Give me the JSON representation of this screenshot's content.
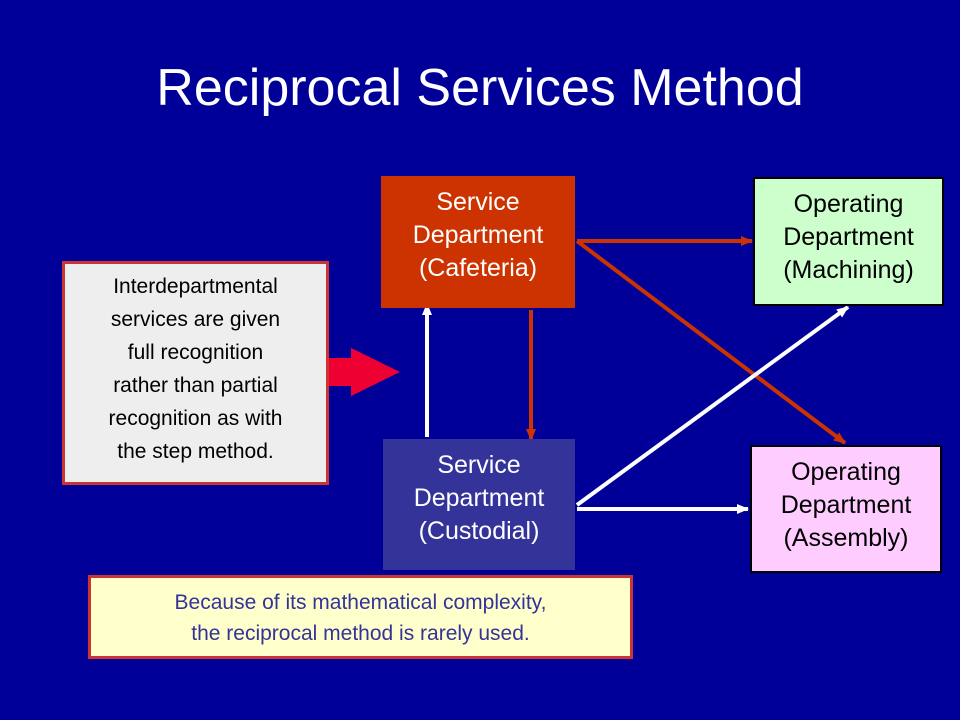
{
  "title": "Reciprocal Services Method",
  "nodes": {
    "cafeteria": {
      "lines": [
        "Service",
        "Department",
        "(Cafeteria)"
      ]
    },
    "custodial": {
      "lines": [
        "Service",
        "Department",
        "(Custodial)"
      ]
    },
    "machining": {
      "lines": [
        "Operating",
        "Department",
        "(Machining)"
      ]
    },
    "assembly": {
      "lines": [
        "Operating",
        "Department",
        "(Assembly)"
      ]
    }
  },
  "note": {
    "lines": [
      "Interdepartmental",
      "services are given",
      "full recognition",
      "rather than partial",
      "recognition as with",
      "the step method."
    ]
  },
  "footer": {
    "lines": [
      "Because of its mathematical complexity,",
      "the reciprocal method is rarely used."
    ]
  },
  "colors": {
    "background": "#000099",
    "cafeteria": "#cc3300",
    "custodial": "#333399",
    "machining": "#ccffcc",
    "assembly": "#ffccff",
    "red_arrow": "#cc3300",
    "white_arrow": "#ffffff",
    "block_arrow": "#ee0033"
  }
}
